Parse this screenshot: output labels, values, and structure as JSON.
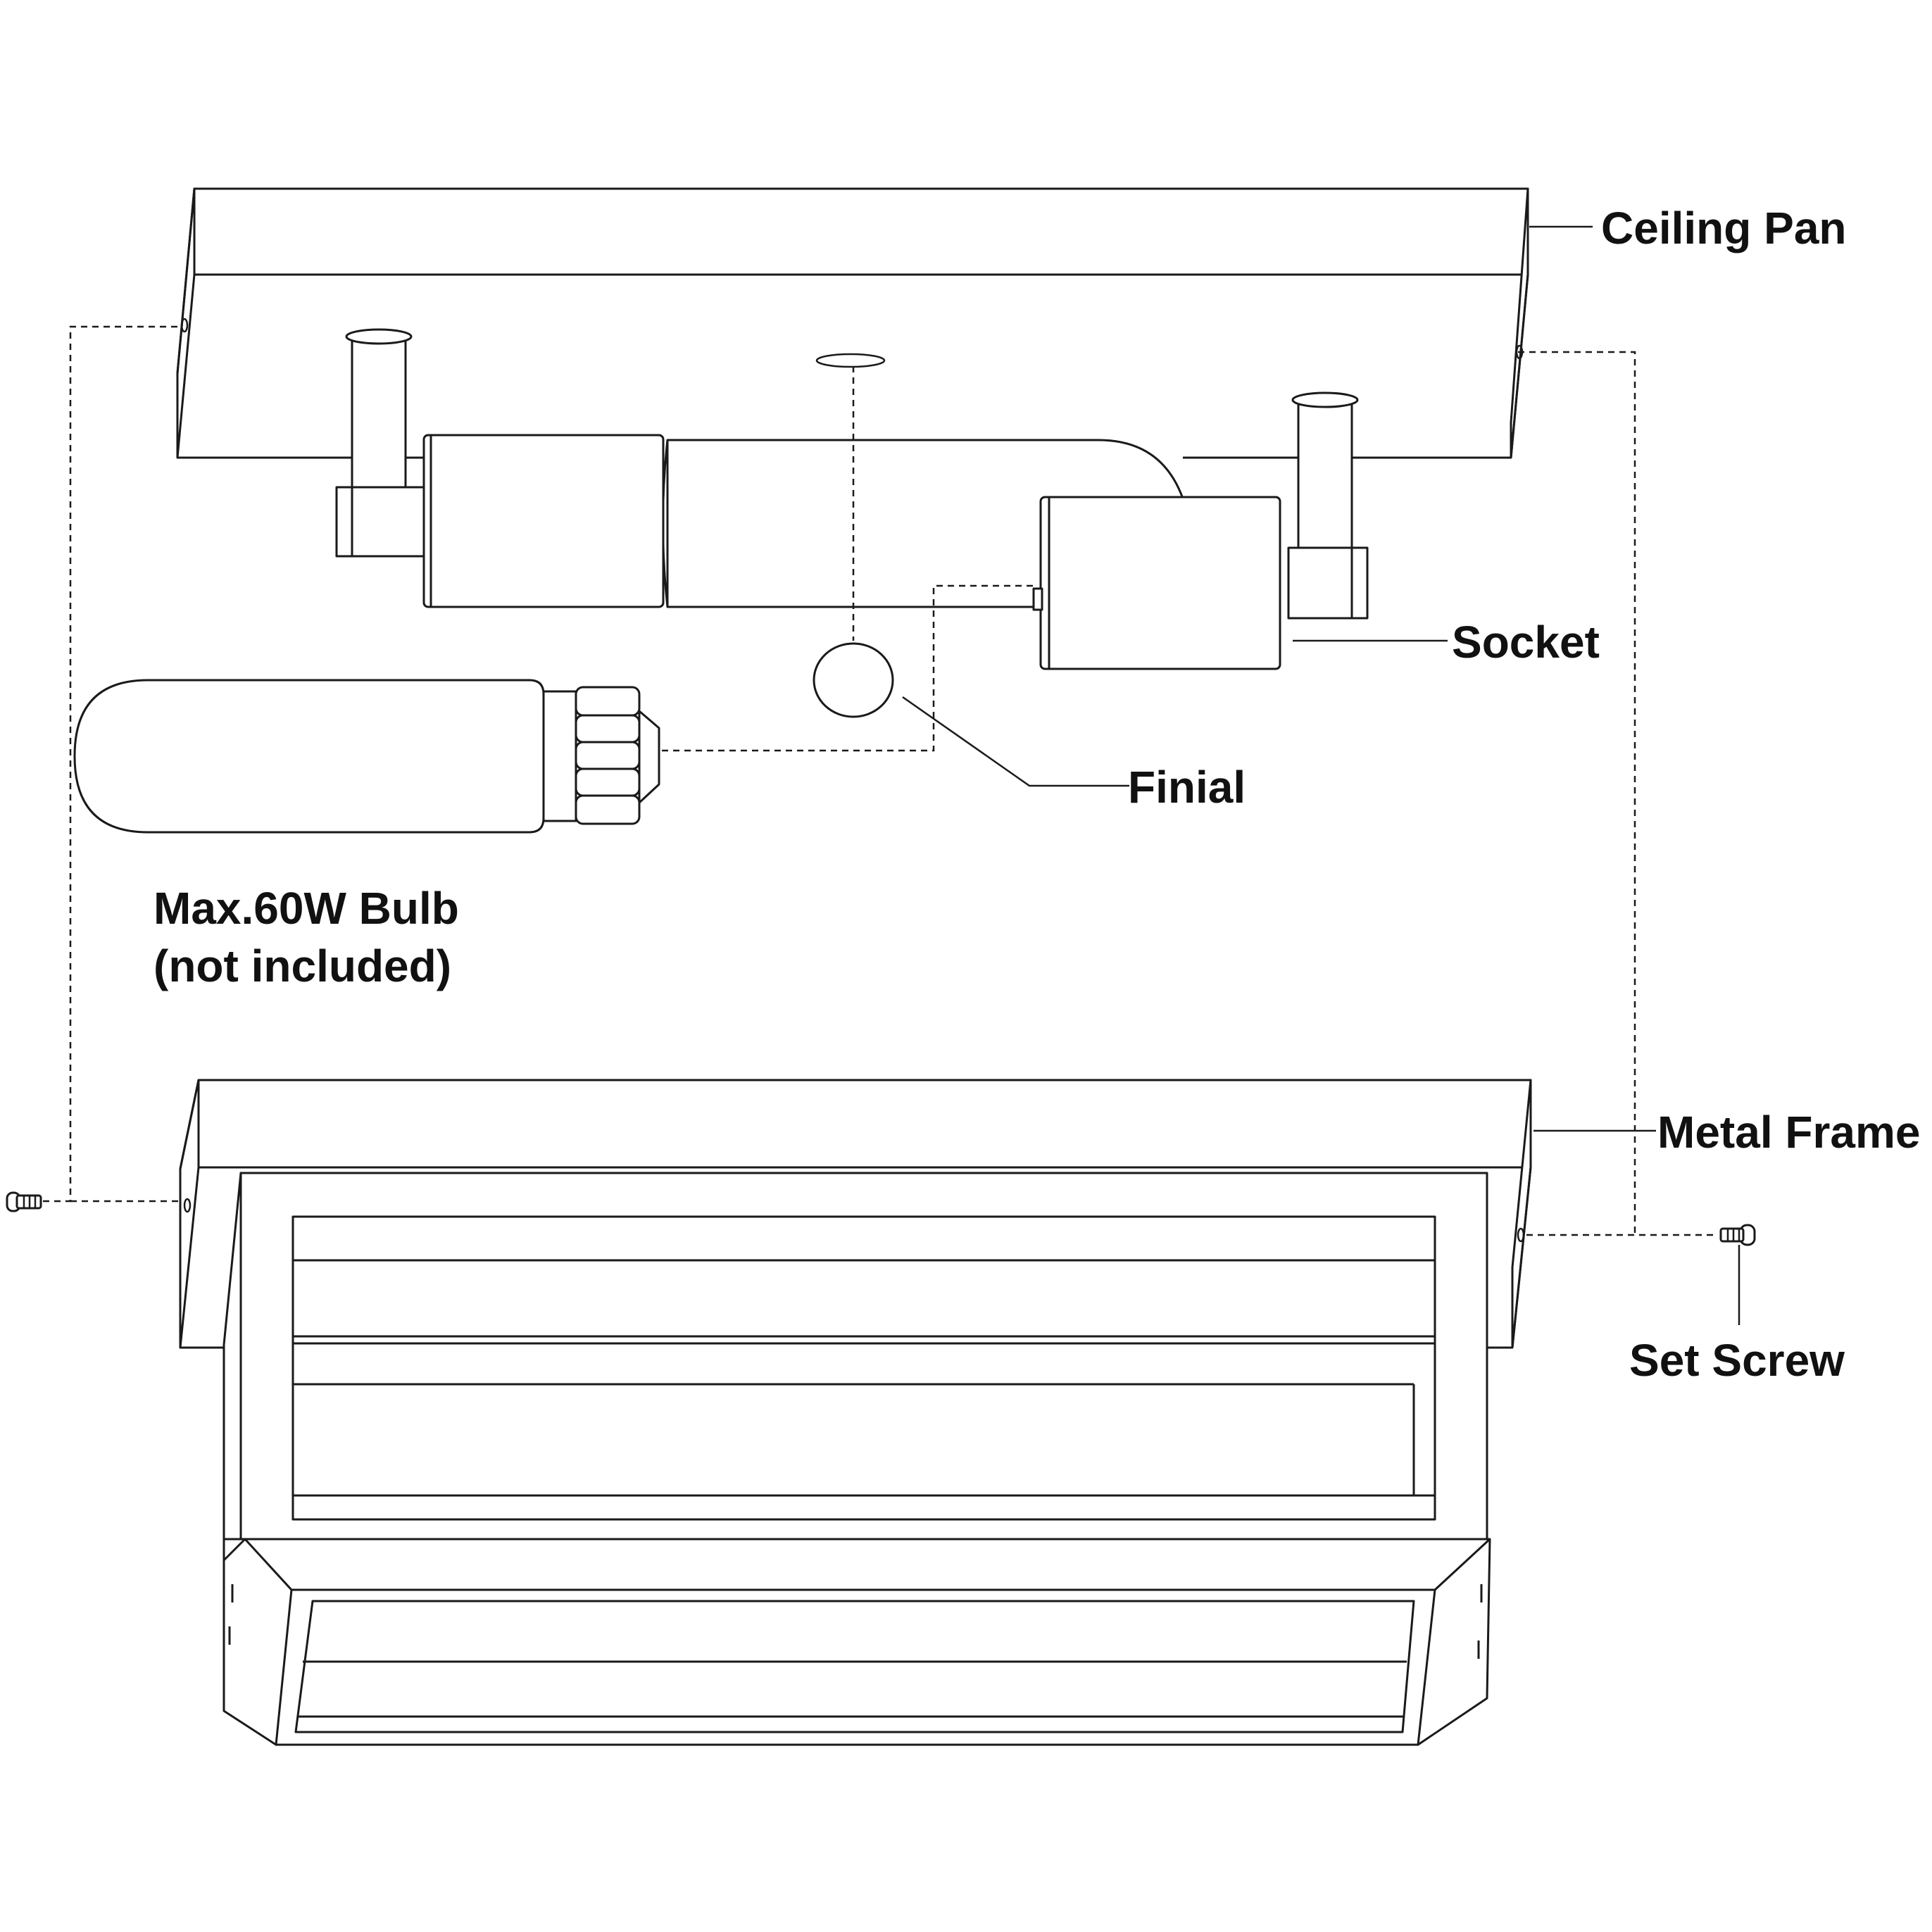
{
  "labels": {
    "ceiling_pan": "Ceiling Pan",
    "socket": "Socket",
    "finial": "Finial",
    "bulb_line1": "Max.60W Bulb",
    "bulb_line2": "(not included)",
    "metal_frame": "Metal Frame",
    "set_screw": "Set Screw"
  },
  "colors": {
    "line": "#1a1a1a",
    "background": "#ffffff"
  }
}
